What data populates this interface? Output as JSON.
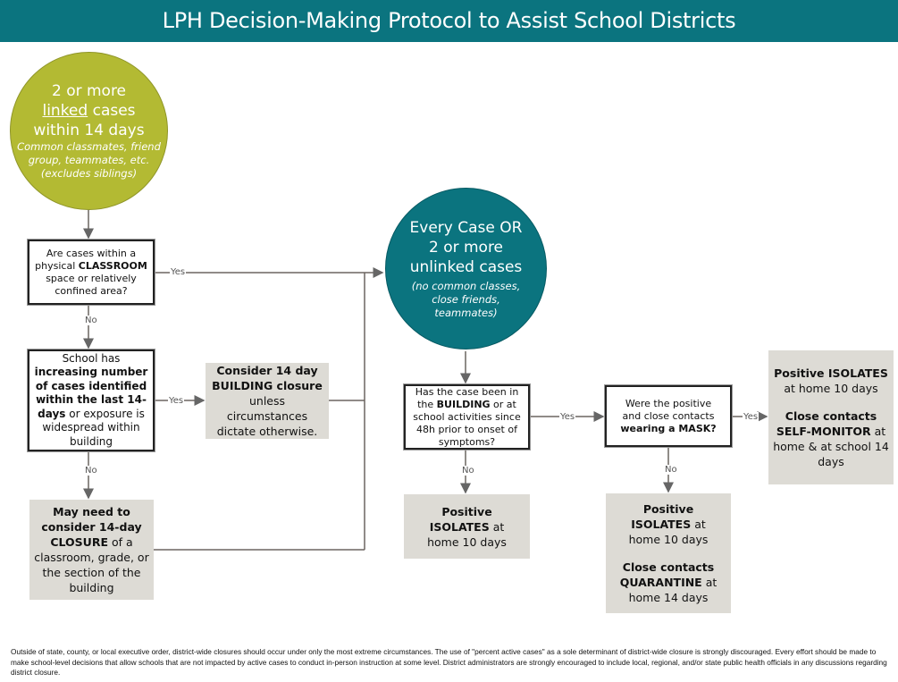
{
  "title": "LPH Decision-Making Protocol to Assist School Districts",
  "colors": {
    "header": "#0b747f",
    "linked_circle": "#b3ba33",
    "unlinked_circle": "#0b747f",
    "action_box": "#dddbd5",
    "connector": "#666"
  },
  "linked_circle": {
    "line1": "2 or more",
    "underlined": "linked",
    "line2_rest": " cases",
    "line3": "within 14 days",
    "note1": "Common classmates, friend group, teammates, etc.",
    "note2": "(excludes siblings)"
  },
  "unlinked_circle": {
    "line1": "Every Case OR",
    "line2": "2 or more",
    "line3": "unlinked cases",
    "note": "(no common classes, close friends, teammates)"
  },
  "q_classroom": {
    "a": "Are cases within a physical ",
    "b": "CLASSROOM",
    "c": " space or relatively confined area?"
  },
  "q_increasing": {
    "a": "School has ",
    "b": "increasing number of cases identified within the last 14-days",
    "c": " or exposure is widespread within building"
  },
  "a_building_closure": {
    "b": "Consider 14 day BUILDING closure",
    "c": " unless circumstances dictate otherwise."
  },
  "a_partial_closure": {
    "b": "May need to consider 14-day CLOSURE",
    "c": " of a classroom, grade, or the section of the building"
  },
  "q_building": {
    "a": "Has the case been in the ",
    "b": "BUILDING",
    "c": " or at school activities since 48h prior to onset of symptoms?"
  },
  "q_mask": {
    "a": "Were the positive and close contacts ",
    "b": "wearing a MASK?"
  },
  "a_mask_yes": {
    "b1": "Positive ISOLATES",
    "c1": " at home 10 days",
    "b2": "Close contacts SELF-MONITOR",
    "c2": " at home & at school 14 days"
  },
  "a_building_no": {
    "b1": "Positive ISOLATES",
    "c1": " at home 10 days"
  },
  "a_mask_no": {
    "b1": "Positive ISOLATES",
    "c1": " at home 10 days",
    "b2": "Close contacts QUARANTINE",
    "c2": " at home 14 days"
  },
  "labels": {
    "yes": "Yes",
    "no": "No"
  },
  "footer": "Outside of state, county, or local executive order, district-wide closures should occur under only the most extreme circumstances. The use of \"percent active cases\" as a sole determinant of district-wide closure is strongly discouraged. Every effort should be made to make school-level decisions that allow schools that are not impacted by active cases to conduct in-person instruction at some level. District administrators are strongly encouraged to include local, regional, and/or state public health officials in any discussions regarding district closure."
}
